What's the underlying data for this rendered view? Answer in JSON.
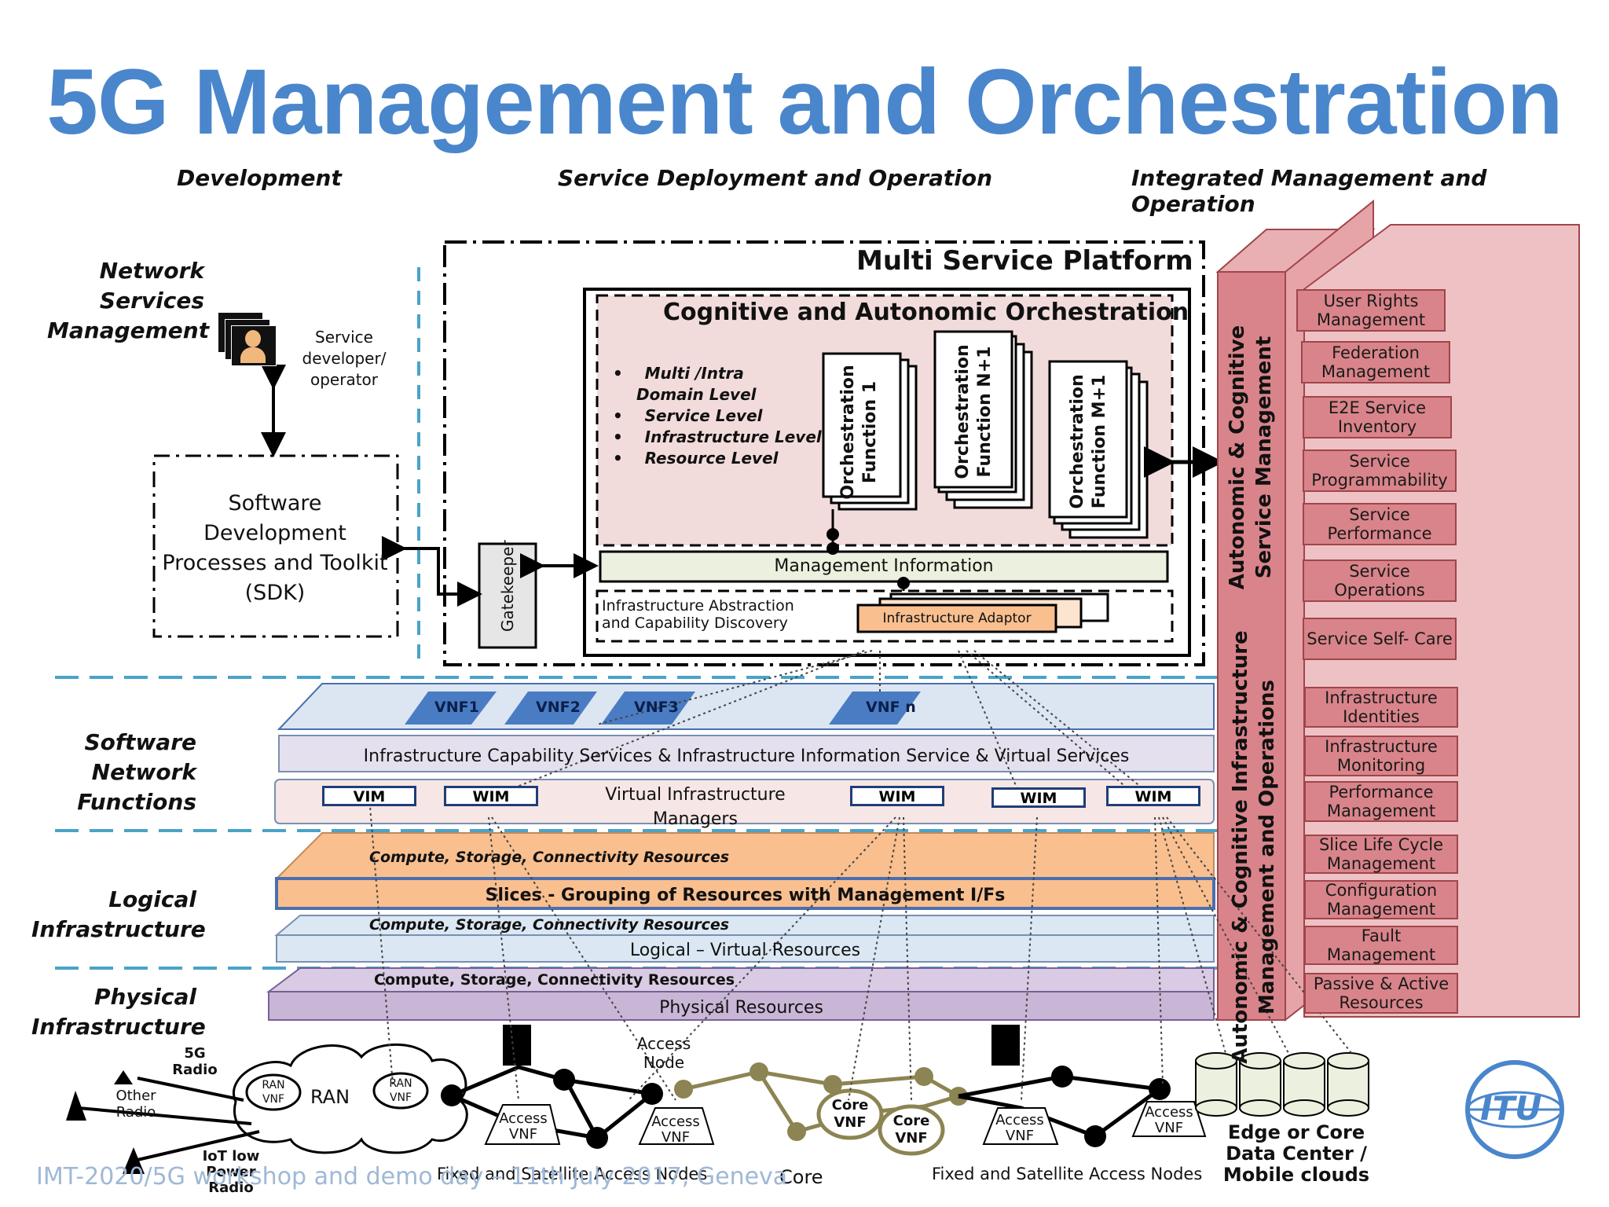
{
  "title": "5G Management and Orchestration",
  "headers": {
    "development": "Development",
    "service_deployment": "Service Deployment and Operation",
    "integrated": "Integrated Management and Operation"
  },
  "left_labels": {
    "network_services_management": [
      "Network",
      "Services",
      "Management"
    ],
    "software_network_functions": [
      "Software",
      "Network",
      "Functions"
    ],
    "logical_infrastructure": [
      "Logical",
      "Infrastructure"
    ],
    "physical_infrastructure": [
      "Physical",
      "Infrastructure"
    ]
  },
  "developer": [
    "Service",
    "developer/",
    "operator"
  ],
  "sdk": [
    "Software",
    "Development",
    "Processes and Toolkit",
    "(SDK)"
  ],
  "gatekeeper": "Gatekeeper",
  "msp": {
    "title": "Multi Service Platform",
    "cognitive_title": "Cognitive and Autonomic Orchestration",
    "levels": [
      "Multi /Intra",
      "Domain Level",
      "Service Level",
      "Infrastructure  Level",
      "Resource Level"
    ],
    "orch_functions": [
      [
        "Orchestration",
        "Function 1"
      ],
      [
        "Orchestration",
        "Function N+1"
      ],
      [
        "Orchestration",
        "Function M+1"
      ]
    ],
    "management_information": "Management Information",
    "infra_abstraction": [
      "Infrastructure Abstraction",
      "and Capability Discovery"
    ],
    "infra_adaptor": "Infrastructure Adaptor"
  },
  "autonomic_service_mgmt": [
    "Autonomic & Cognitive",
    "Service  Management"
  ],
  "autonomic_infra_mgmt": [
    "Autonomic & Cognitive Infrastructure",
    "Management and Operations"
  ],
  "mgmt_boxes": [
    "User Rights Management",
    "Federation Management",
    "E2E Service Inventory",
    "Service Programmability",
    "Service Performance",
    "Service Operations",
    "Service Self- Care",
    "Infrastructure Identities",
    "Infrastructure Monitoring",
    "Performance Management",
    "Slice Life Cycle Management",
    "Configuration Management",
    "Fault Management",
    "Passive & Active Resources"
  ],
  "vnfs": [
    "VNF1",
    "VNF2",
    "VNF3",
    "VNF n"
  ],
  "infra_capability": "Infrastructure Capability Services &  Infrastructure Information Service  & Virtual Services",
  "vim": [
    "VIM",
    "WIM",
    "WIM",
    "WIM",
    "WIM"
  ],
  "vim_label": [
    "Virtual Infrastructure",
    "Managers"
  ],
  "compute_resources": "Compute, Storage, Connectivity Resources",
  "slices": "Slices - Grouping of Resources with  Management I/Fs",
  "logical_virtual": "Logical – Virtual  Resources",
  "physical_resources": "Physical Resources",
  "bottom": {
    "radio_5g": [
      "5G",
      "Radio"
    ],
    "other_radio": [
      "Other",
      "Radio"
    ],
    "iot": [
      "IoT low",
      "Power",
      "Radio"
    ],
    "ran": "RAN",
    "ran_vnf": [
      "RAN",
      "VNF"
    ],
    "access_vnf": [
      "Access",
      "VNF"
    ],
    "access_node": [
      "Access",
      "Node"
    ],
    "core_vnf": [
      "Core",
      "VNF"
    ],
    "fixed_sat_1": "Fixed and Satellite Access Nodes",
    "core": "Core",
    "fixed_sat_2": "Fixed and Satellite Access Nodes",
    "edge": [
      "Edge or Core",
      "Data Center /",
      "Mobile clouds"
    ],
    "footer": "IMT-2020/5G workshop and demo day – 11th July 2017, Geneva",
    "itu": "ITU"
  },
  "colors": {
    "title": "#4a86cc",
    "mgmt": "#d9848a",
    "orange": "#f9bf8f",
    "pink": "#f2dcdb",
    "green": "#ebf1de",
    "purple": "#c9b6d6",
    "core": "#8c8452"
  }
}
